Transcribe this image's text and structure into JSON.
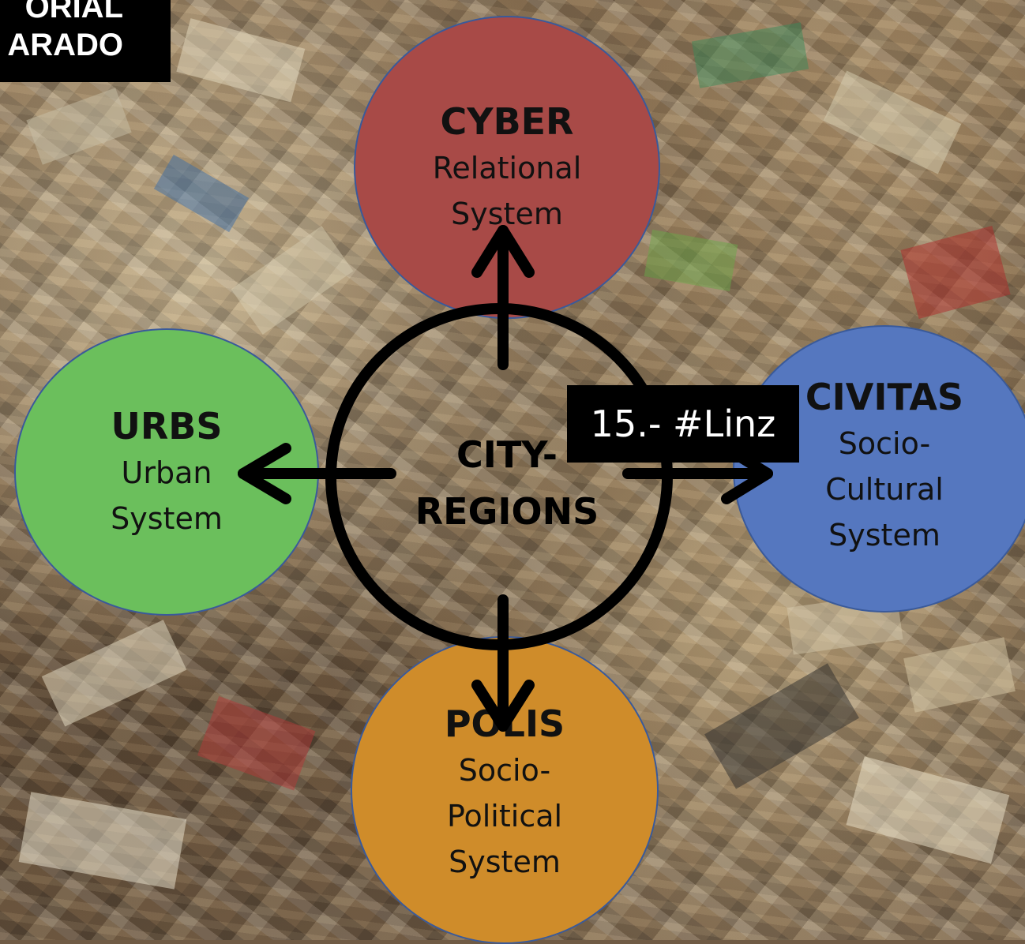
{
  "corner_label": {
    "line1": "ORIAL",
    "line2": "ARADO"
  },
  "center": {
    "line1": "CITY-",
    "line2": "REGIONS"
  },
  "tag": "15.- #Linz",
  "nodes": {
    "cyber": {
      "title": "CYBER",
      "line1": "Relational",
      "line2": "System",
      "color": "#a84a47"
    },
    "urbs": {
      "title": "URBS",
      "line1": "Urban",
      "line2": "System",
      "color": "#6bbf5c"
    },
    "civitas": {
      "title": "CIVITAS",
      "line1": "Socio-",
      "line2": "Cultural",
      "line3": "System",
      "color": "#5577bf"
    },
    "polis": {
      "title": "POLIS",
      "line1": "Socio-",
      "line2": "Political",
      "line3": "System",
      "color": "#cf8c2a"
    }
  },
  "background": {
    "description_icon": "books-pile-photo"
  }
}
